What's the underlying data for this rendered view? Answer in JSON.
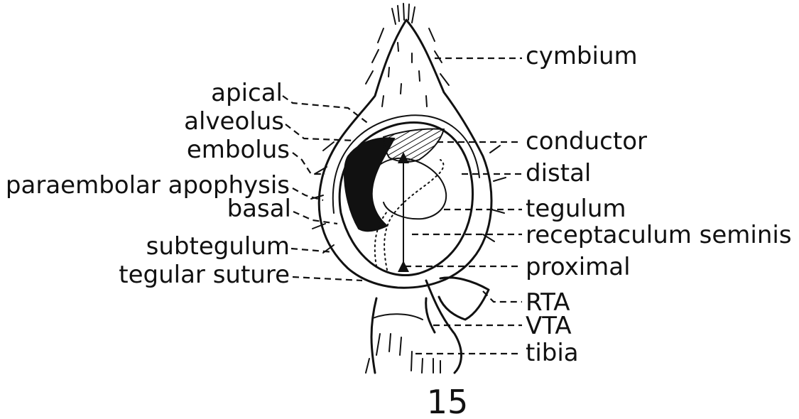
{
  "figure": {
    "number": "15",
    "labels": {
      "cymbium": "cymbium",
      "apical": "apical",
      "alveolus": "alveolus",
      "embolus": "embolus",
      "paraembolar_apophysis": "paraembolar apophysis",
      "basal": "basal",
      "subtegulum": "subtegulum",
      "tegular_suture": "tegular suture",
      "conductor": "conductor",
      "distal": "distal",
      "tegulum": "tegulum",
      "receptaculum_seminis": "receptaculum seminis",
      "proximal": "proximal",
      "rta": "RTA",
      "vta": "VTA",
      "tibia": "tibia"
    }
  }
}
